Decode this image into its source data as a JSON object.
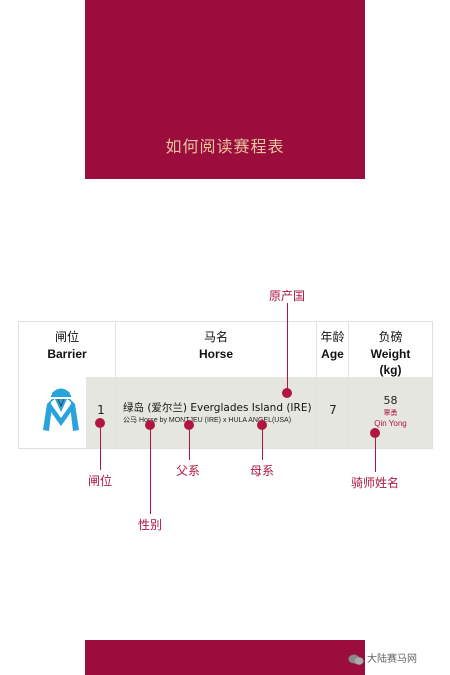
{
  "banner": {
    "title": "如何阅读赛程表"
  },
  "table": {
    "headers": [
      {
        "cn": "闸位",
        "en": "Barrier"
      },
      {
        "cn": "马名",
        "en": "Horse"
      },
      {
        "cn": "年龄",
        "en": "Age"
      },
      {
        "cn": "负磅",
        "en": "Weight"
      },
      {
        "en2": "(kg)"
      }
    ],
    "row": {
      "barrier": "1",
      "horse_name": "绿岛 (爱尔兰) Everglades Island (IRE)",
      "horse_sub": "公马 Horse by MONTJEU (IRE) x HULA ANGEL(USA)",
      "age": "7",
      "weight": "58",
      "jockey_cn": "覃勇",
      "jockey_en": "Qin Yong"
    }
  },
  "callouts": {
    "origin": "原产国",
    "barrier": "闸位",
    "sex": "性别",
    "sire": "父系",
    "dam": "母系",
    "jockey": "骑师姓名"
  },
  "watermark": {
    "text": "大陆赛马网"
  },
  "colors": {
    "brand": "#9b0d3c",
    "gold": "#e9c49c",
    "accent": "#b0163f"
  }
}
